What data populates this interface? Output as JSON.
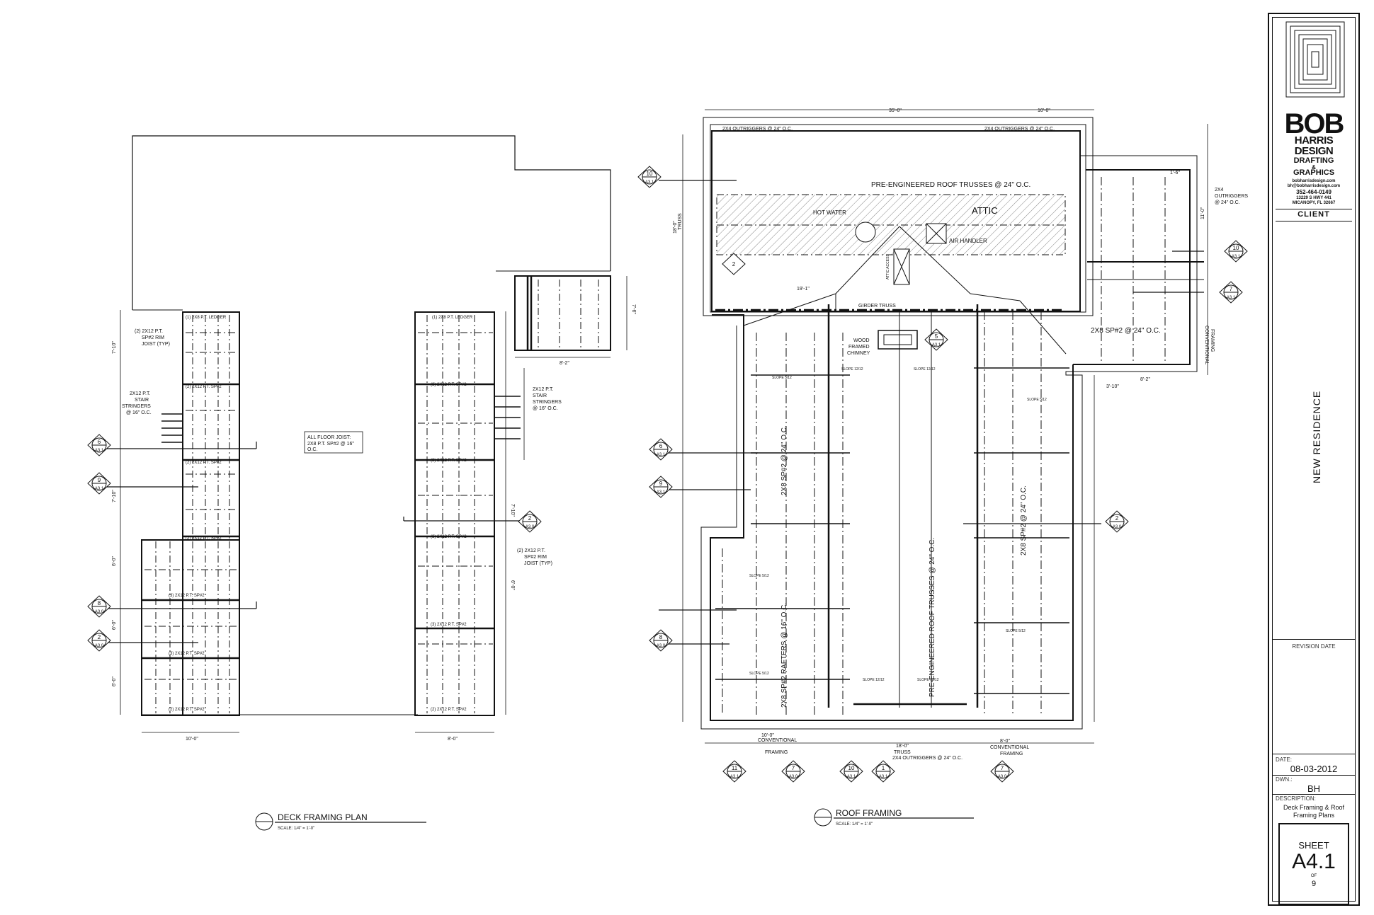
{
  "deck_plan": {
    "title": "DECK FRAMING PLAN",
    "scale": "SCALE: 1/4\" = 1'-0\"",
    "notes": {
      "all_floor_joist": "ALL FLOOR JOIST:",
      "all_floor_joist_2": "2X8 P.T. SP#2 @ 16\"",
      "all_floor_joist_3": "O.C.",
      "rim_joist_1": "(2) 2X12 P.T.",
      "rim_joist_2": "SP#2 RIM",
      "rim_joist_3": "JOIST (TYP)",
      "stair_1": "2X12 P.T.",
      "stair_2": "STAIR",
      "stair_3": "STRINGERS",
      "stair_4": "@ 16\" O.C.",
      "ledger": "(1) 2X8 P.T. LEDGER",
      "beam2": "(2) 2X12 P.T. SP#2",
      "beam3": "(3) 2X12 P.T. SP#2"
    },
    "dims": {
      "w1": "10'-0\"",
      "w2": "8'-0\"",
      "w3": "8'-2\"",
      "h1": "7'-10\"",
      "h2": "6'-0\"",
      "h3": "7'-6\""
    },
    "tags": [
      {
        "num": "6",
        "sheet": "A3.1"
      },
      {
        "num": "9",
        "sheet": "A3.1"
      },
      {
        "num": "2",
        "sheet": "A3.0"
      },
      {
        "num": "8",
        "sheet": "A3.0"
      },
      {
        "num": "2",
        "sheet": "A3.0"
      }
    ]
  },
  "roof_plan": {
    "title": "ROOF FRAMING",
    "scale": "SCALE: 1/4\" = 1'-0\"",
    "labels": {
      "trusses_top": "PRE-ENGINEERED ROOF TRUSSES @ 24\" O.C.",
      "trusses_vertical": "PRE-ENGINEERED ROOF TRUSSES @ 24\" O.C.",
      "attic": "ATTIC",
      "hot_water": "HOT WATER",
      "air_handler": "AIR HANDLER",
      "outriggers_top1": "2X4 OUTRIGGERS @ 24\" O.C.",
      "outriggers_top2": "2X4 OUTRIGGERS @ 24\" O.C.",
      "outriggers_bottom": "2X4 OUTRIGGERS @ 24\" O.C.",
      "outriggers_right_1": "2X4",
      "outriggers_right_2": "OUTRIGGERS",
      "outriggers_right_3": "@ 24\" O.C.",
      "girder_truss": "GIRDER TRUSS",
      "wood_chimney_1": "WOOD",
      "wood_chimney_2": "FRAMED",
      "wood_chimney_3": "CHIMNEY",
      "attic_access": "ATTIC ACCESS",
      "rafters_16_left": "2X8 SP#2 RAFTERS @ 16\" O.C.",
      "rafters_24_left": "2X8 SP#2 @ 24\" O.C.",
      "rafters_24_right": "2X8 SP#2 @ 24\" O.C.",
      "rafters_24_wing": "2X8 SP#2 @ 24\" O.C.",
      "conv_framing": "CONVENTIONAL",
      "framing": "FRAMING",
      "truss": "TRUSS",
      "slope": "SLOPE 5/12",
      "slope12": "SLOPE 12/12"
    },
    "dims": {
      "top_total": "35'-0\"",
      "top_right": "10'-0\"",
      "bottom_left": "10'-0\"",
      "bottom_mid": "18'-0\"",
      "bottom_right": "8'-0\"",
      "left_truss_1": "18'-0\"",
      "left_truss_2": "TRUSS",
      "right_truss": "11'-0\"",
      "attic_dim": "19'-1\"",
      "wing_dim": "8'-2\"",
      "overhang": "1'-6\"",
      "small": "3'-10\""
    },
    "tags": [
      {
        "num": "10",
        "sheet": "A3.1"
      },
      {
        "num": "6",
        "sheet": "A3.1"
      },
      {
        "num": "9",
        "sheet": "A3.1"
      },
      {
        "num": "2",
        "sheet": "A3.0"
      },
      {
        "num": "8",
        "sheet": "A3.0"
      },
      {
        "num": "5",
        "sheet": "A3.1"
      },
      {
        "num": "10",
        "sheet": "A3.1"
      },
      {
        "num": "7",
        "sheet": "A3.1"
      },
      {
        "num": "2",
        "sheet": "A3.0"
      },
      {
        "num": "11",
        "sheet": "A3.1"
      },
      {
        "num": "7",
        "sheet": "A3.0"
      },
      {
        "num": "10",
        "sheet": "A3.1"
      },
      {
        "num": "1",
        "sheet": "A3.1"
      },
      {
        "num": "7",
        "sheet": "A3.0"
      }
    ]
  },
  "title_block": {
    "brand_line1": "BOB",
    "brand_line2": "HARRIS",
    "brand_line3": "DESIGN",
    "brand_line4": "DRAFTING",
    "brand_line5": "&",
    "brand_line6": "GRAPHICS",
    "web": "bobharrisdesign.com",
    "email": "bh@bobharrisdesign.com",
    "phone": "352-464-0149",
    "address1": "13229 S HWY 441",
    "address2": "MICANOPY, FL 32667",
    "client_label": "CLIENT",
    "project": "NEW RESIDENCE",
    "revision_label": "REVISION DATE",
    "date_label": "DATE:",
    "date": "08-03-2012",
    "drawn_label": "DWN.:",
    "drawn": "BH",
    "description_label": "DESCRIPTION:",
    "description_1": "Deck Framing & Roof",
    "description_2": "Framing Plans",
    "sheet_label": "SHEET",
    "sheet_number": "A4.1",
    "of_label": "OF",
    "sheet_total": "9"
  }
}
